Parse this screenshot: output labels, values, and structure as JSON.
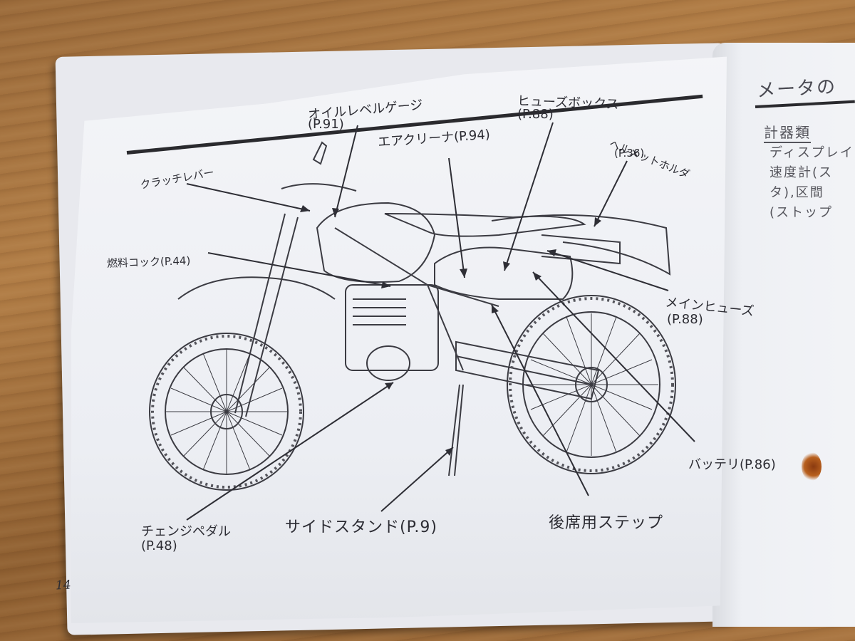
{
  "page_number": "14",
  "callouts": {
    "clutch_lever": "クラッチレバー",
    "oil_level_gauge": "オイルレベルゲージ",
    "oil_level_gauge_page": "(P.91)",
    "air_cleaner": "エアクリーナ(P.94)",
    "fuse_box": "ヒューズボックス",
    "fuse_box_page": "(P.88)",
    "helmet_holder": "ヘルメットホルダ",
    "helmet_holder_page": "(P.36)",
    "fuel_cock": "燃料コック(P.44)",
    "main_fuse": "メインヒューズ",
    "main_fuse_page": "(P.88)",
    "battery": "バッテリ(P.86)",
    "change_pedal": "チェンジペダル",
    "change_pedal_page": "(P.48)",
    "side_stand": "サイドスタンド(P.9)",
    "rear_step": "後席用ステップ"
  },
  "right_page": {
    "title": "メータの",
    "section": "計器類",
    "line1": "ディスプレイ",
    "line2": "速度計(ス",
    "line3": "タ),区間",
    "line4": "(ストップ"
  }
}
